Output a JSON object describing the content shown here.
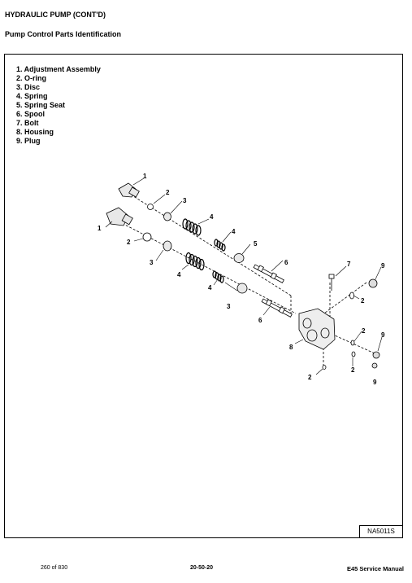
{
  "header": {
    "title": "HYDRAULIC PUMP (CONT'D)",
    "subtitle": "Pump Control Parts Identification"
  },
  "legend": [
    "1. Adjustment Assembly",
    "2. O-ring",
    "3. Disc",
    "4. Spring",
    "5. Spring Seat",
    "6. Spool",
    "7. Bolt",
    "8. Housing",
    "9. Plug"
  ],
  "callouts": {
    "c1a": "1",
    "c1b": "1",
    "c2a": "2",
    "c2b": "2",
    "c2c": "2",
    "c2d": "2",
    "c2e": "2",
    "c2f": "2",
    "c3a": "3",
    "c3b": "3",
    "c3c": "3",
    "c4a": "4",
    "c4b": "4",
    "c4c": "4",
    "c4d": "4",
    "c5": "5",
    "c6a": "6",
    "c6b": "6",
    "c7": "7",
    "c8": "8",
    "c9a": "9",
    "c9b": "9",
    "c9c": "9"
  },
  "figure_id": "NA5011S",
  "footer": {
    "page": "260 of 830",
    "section": "20-50-20",
    "manual": "E45 Service Manual"
  }
}
